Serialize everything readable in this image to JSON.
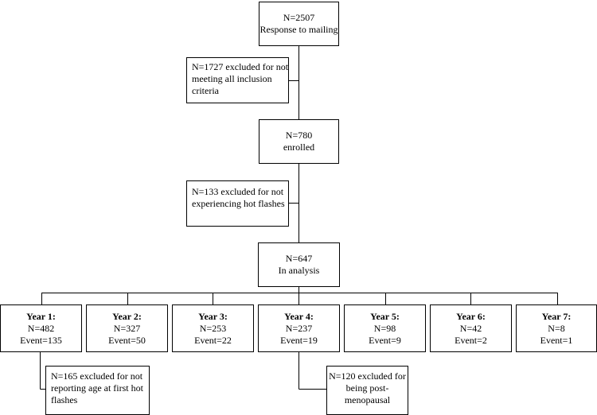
{
  "nodes": {
    "response": {
      "line1": "N=2507",
      "line2": "Response to mailing"
    },
    "excluded_inclusion": {
      "line1": "N=1727 excluded for not",
      "line2": "meeting all inclusion",
      "line3": "criteria"
    },
    "enrolled": {
      "line1": "N=780",
      "line2": "enrolled"
    },
    "excluded_hot_flashes": {
      "line1": "N=133 excluded for not",
      "line2": "experiencing hot flashes"
    },
    "analysis": {
      "line1": "N=647",
      "line2": "In analysis"
    },
    "excluded_age": {
      "line1": "N=165 excluded for not",
      "line2": "reporting age at first hot",
      "line3": "flashes"
    },
    "excluded_postmenopausal": {
      "line1": "N=120 excluded for",
      "line2": "being post-",
      "line3": "menopausal"
    }
  },
  "years": [
    {
      "title": "Year 1:",
      "n": "N=482",
      "event": "Event=135"
    },
    {
      "title": "Year 2:",
      "n": "N=327",
      "event": "Event=50"
    },
    {
      "title": "Year 3:",
      "n": "N=253",
      "event": "Event=22"
    },
    {
      "title": "Year 4:",
      "n": "N=237",
      "event": "Event=19"
    },
    {
      "title": "Year 5:",
      "n": "N=98",
      "event": "Event=9"
    },
    {
      "title": "Year 6:",
      "n": "N=42",
      "event": "Event=2"
    },
    {
      "title": "Year 7:",
      "n": "N=8",
      "event": "Event=1"
    }
  ]
}
